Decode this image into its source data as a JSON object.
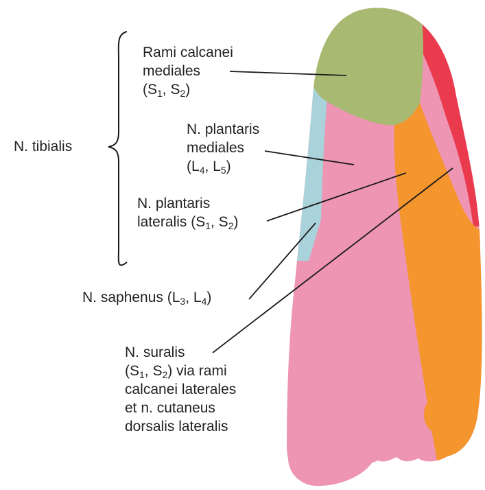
{
  "colors": {
    "calcaneal_medial": "#a8ba72",
    "plantaris_medialis": "#ee95b3",
    "plantaris_lateralis": "#f4952e",
    "saphenus": "#a9d2da",
    "suralis": "#ea3a4e",
    "leader_line": "#1a1a1a",
    "text": "#222222"
  },
  "group": {
    "label": "N. tibialis"
  },
  "labels": {
    "rami_calcanei": {
      "line1": "Rami calcanei",
      "line2": "mediales",
      "line3_pre": "(S",
      "sub1": "1",
      "line3_mid": ", S",
      "sub2": "2",
      "line3_post": ")"
    },
    "plantaris_mediales": {
      "line1": "N. plantaris",
      "line2": "mediales",
      "line3_pre": "(L",
      "sub1": "4",
      "line3_mid": ", L",
      "sub2": "5",
      "line3_post": ")"
    },
    "plantaris_lateralis": {
      "line1": "N. plantaris",
      "line2_pre": "lateralis (S",
      "sub1": "1",
      "line2_mid": ", S",
      "sub2": "2",
      "line2_post": ")"
    },
    "saphenus": {
      "line1_pre": "N. saphenus (L",
      "sub1": "3",
      "line1_mid": ", L",
      "sub2": "4",
      "line1_post": ")"
    },
    "suralis": {
      "line1": "N. suralis",
      "line2_pre": "(S",
      "sub1": "1",
      "line2_mid": ", S",
      "sub2": "2",
      "line2_post": ") via rami",
      "line3": "calcanei laterales",
      "line4": "et n. cutaneus",
      "line5": "dorsalis lateralis"
    }
  }
}
